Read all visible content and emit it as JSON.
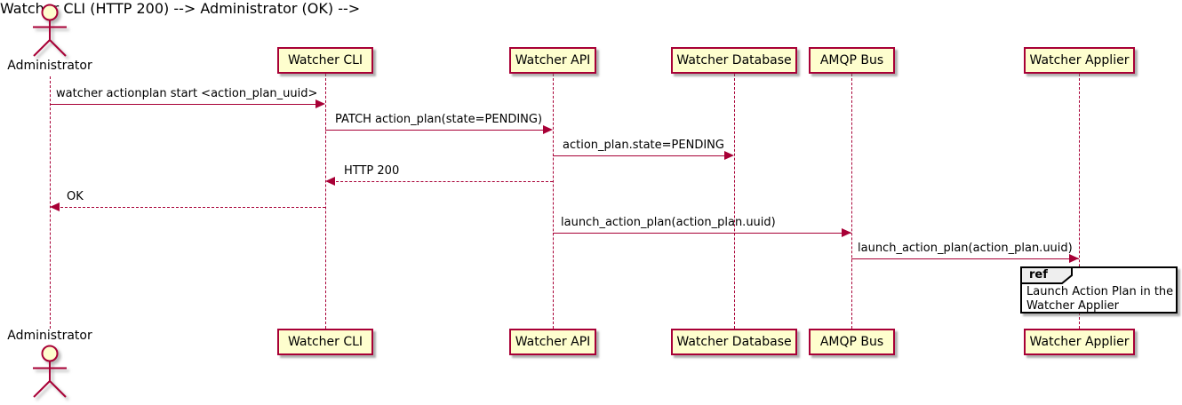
{
  "diagram": {
    "type": "uml-sequence-diagram",
    "colors": {
      "participant_fill": "#FEFECE",
      "participant_border": "#A80036",
      "arrow": "#A80036",
      "lifeline": "#A80036",
      "ref_fill": "#FFFFFF",
      "ref_border": "#000000",
      "ref_tab_fill": "#EEEEEE",
      "text": "#000000",
      "background": "#FFFFFF"
    },
    "actor": {
      "name": "Administrator"
    },
    "participants": [
      {
        "label": "Watcher CLI"
      },
      {
        "label": "Watcher API"
      },
      {
        "label": "Watcher Database"
      },
      {
        "label": "AMQP Bus"
      },
      {
        "label": "Watcher Applier"
      }
    ],
    "messages": [
      {
        "from": "Administrator",
        "to": "Watcher CLI",
        "label": "watcher actionplan start <action_plan_uuid>",
        "style": "solid",
        "direction": "right"
      },
      {
        "from": "Watcher CLI",
        "to": "Watcher API",
        "label": "PATCH action_plan(state=PENDING)",
        "style": "solid",
        "direction": "right"
      },
      {
        "from": "Watcher API",
        "to": "Watcher Database",
        "label": "action_plan.state=PENDING",
        "style": "solid",
        "direction": "right"
      },
      {
        "from": "Watcher API",
        "to": "Watcher CLI",
        "label": "HTTP 200",
        "style": "dashed",
        "direction": "left"
      },
      {
        "from": "Watcher CLI",
        "to": "Administrator",
        "label": "OK",
        "style": "dashed",
        "direction": "left"
      },
      {
        "from": "Watcher API",
        "to": "AMQP Bus",
        "label": "launch_action_plan(action_plan.uuid)",
        "style": "solid",
        "direction": "right"
      },
      {
        "from": "AMQP Bus",
        "to": "Watcher Applier",
        "label": "launch_action_plan(action_plan.uuid)",
        "style": "solid",
        "direction": "right"
      }
    ],
    "ref": {
      "tag": "ref",
      "text": "Launch Action Plan in the\nWatcher Applier",
      "over": "Watcher Applier"
    }
  }
}
